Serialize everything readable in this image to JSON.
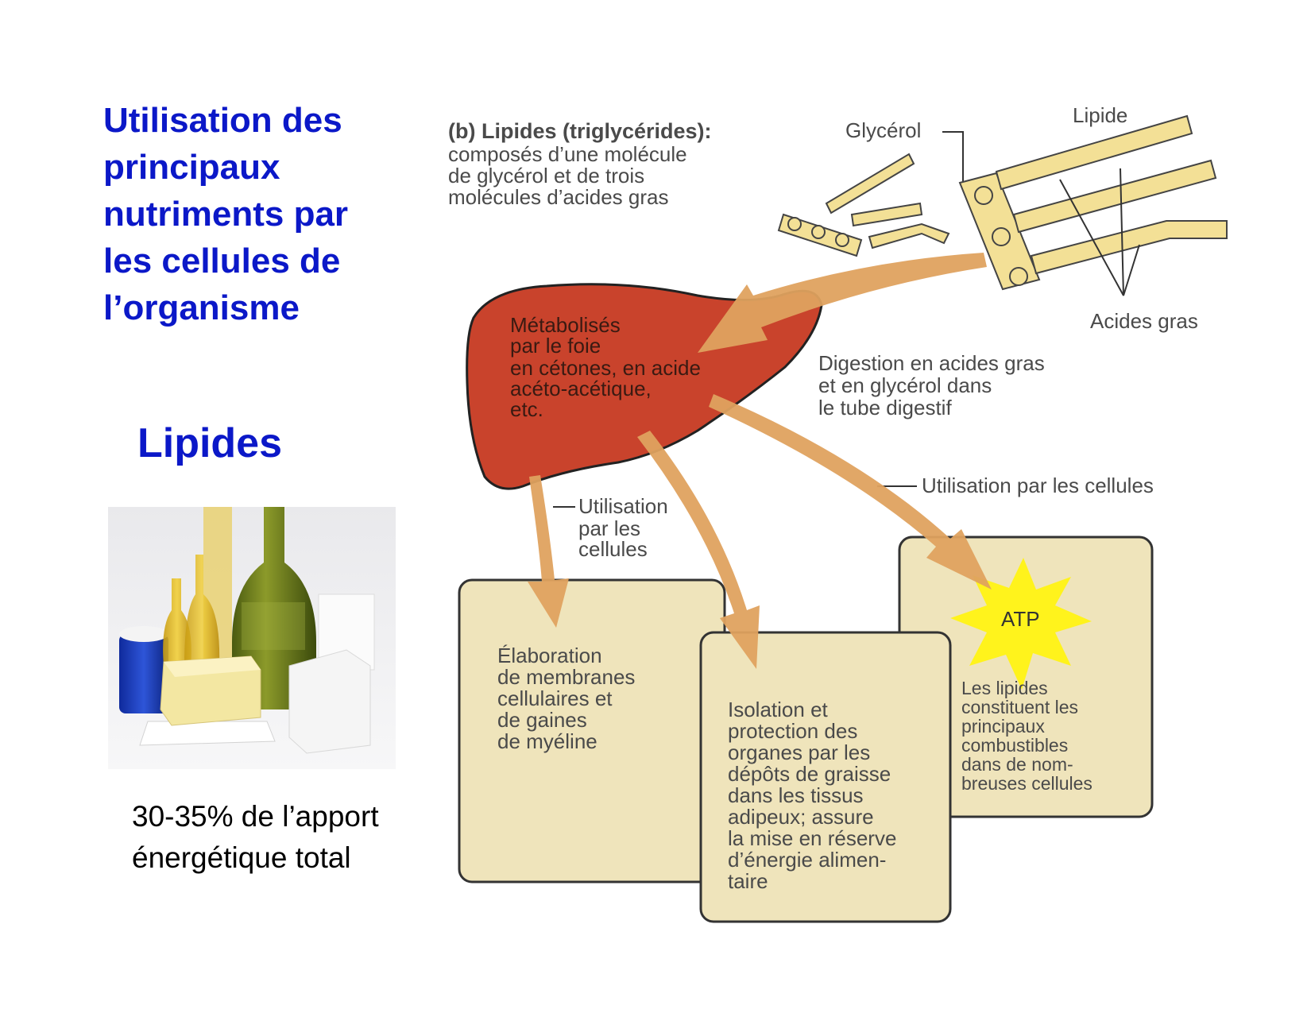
{
  "slide": {
    "title_lines": [
      "Utilisation des",
      "principaux",
      "nutriments par",
      "les cellules de",
      "l’organisme"
    ],
    "subtitle": "Lipides",
    "note_lines": [
      "30-35% de l’apport",
      "énergétique total"
    ]
  },
  "diagram": {
    "heading": "(b) Lipides (triglycérides):",
    "heading_desc": [
      "composés d’une molécule",
      "de glycérol et de trois",
      "molécules d’acides gras"
    ],
    "label_glycerol": "Glycérol",
    "label_lipide": "Lipide",
    "label_acides_gras": "Acides gras",
    "liver_text": [
      "Métabolisés",
      "par le foie",
      "en cétones, en acide",
      "acéto-acétique,",
      "etc."
    ],
    "digestion_text": [
      "Digestion en acides gras",
      "et en glycérol dans",
      "le tube digestif"
    ],
    "utilisation_cells_right": "Utilisation par les cellules",
    "utilisation_cells_left": [
      "Utilisation",
      "par les",
      "cellules"
    ],
    "box1_text": [
      "Élaboration",
      "de membranes",
      "cellulaires et",
      "de gaines",
      "de myéline"
    ],
    "box2_text": [
      "Isolation et",
      "protection des",
      "organes par les",
      "dépôts de graisse",
      "dans les tissus",
      "adipeux; assure",
      "la mise en réserve",
      "d’énergie alimen-",
      "taire"
    ],
    "atp": "ATP",
    "box3_text": [
      "Les lipides",
      "constituent les",
      "principaux",
      "combustibles",
      "dans de nom-",
      "breuses cellules"
    ]
  },
  "colors": {
    "title_blue": "#0b18c8",
    "liver_red": "#c9432c",
    "box_cream": "#efe4bb",
    "arrow_tan": "#dfa25f",
    "molecule_yellow": "#f3e096",
    "atp_yellow": "#fff31c"
  },
  "image": {
    "icon": "oil-bottles-butter-photo"
  }
}
